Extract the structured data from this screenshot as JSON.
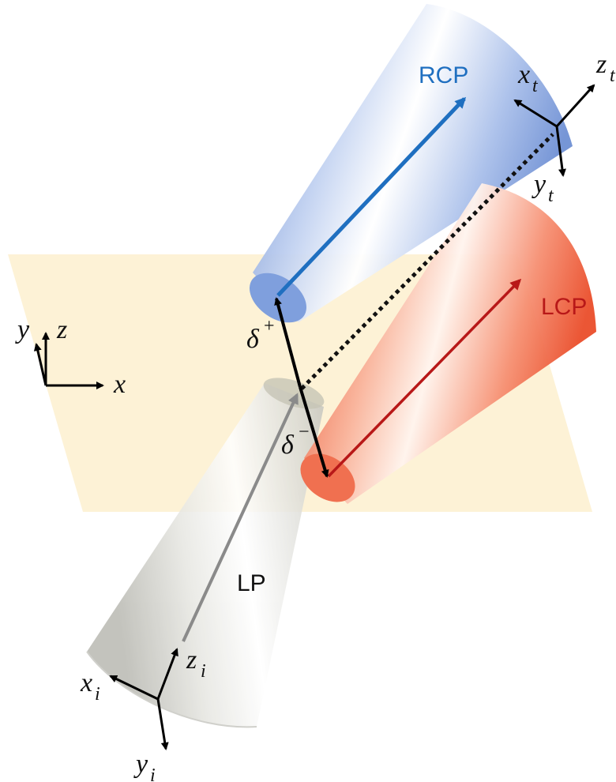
{
  "colors": {
    "plane": "#fdf1d4",
    "rcp_beam": "#7f9fdd",
    "rcp_label": "#1f6fc0",
    "lcp_beam": "#f07050",
    "lcp_label": "#b81818",
    "lp_beam": "#cfcfc8",
    "lp_label": "#111111",
    "axis": "#000000"
  },
  "beams": {
    "rcp": {
      "label": "RCP"
    },
    "lcp": {
      "label": "LCP"
    },
    "lp": {
      "label": "LP"
    }
  },
  "plane_axes": {
    "x": "x",
    "y": "y",
    "z": "z"
  },
  "transmitted_axes": {
    "x": "x",
    "x_sub": "t",
    "y": "y",
    "y_sub": "t",
    "z": "z",
    "z_sub": "t"
  },
  "incident_axes": {
    "x": "x",
    "x_sub": "i",
    "y": "y",
    "y_sub": "i",
    "z": "z",
    "z_sub": "i"
  },
  "shifts": {
    "delta_plus": {
      "symbol": "δ",
      "sign": "+"
    },
    "delta_minus": {
      "symbol": "δ",
      "sign": "−"
    }
  }
}
